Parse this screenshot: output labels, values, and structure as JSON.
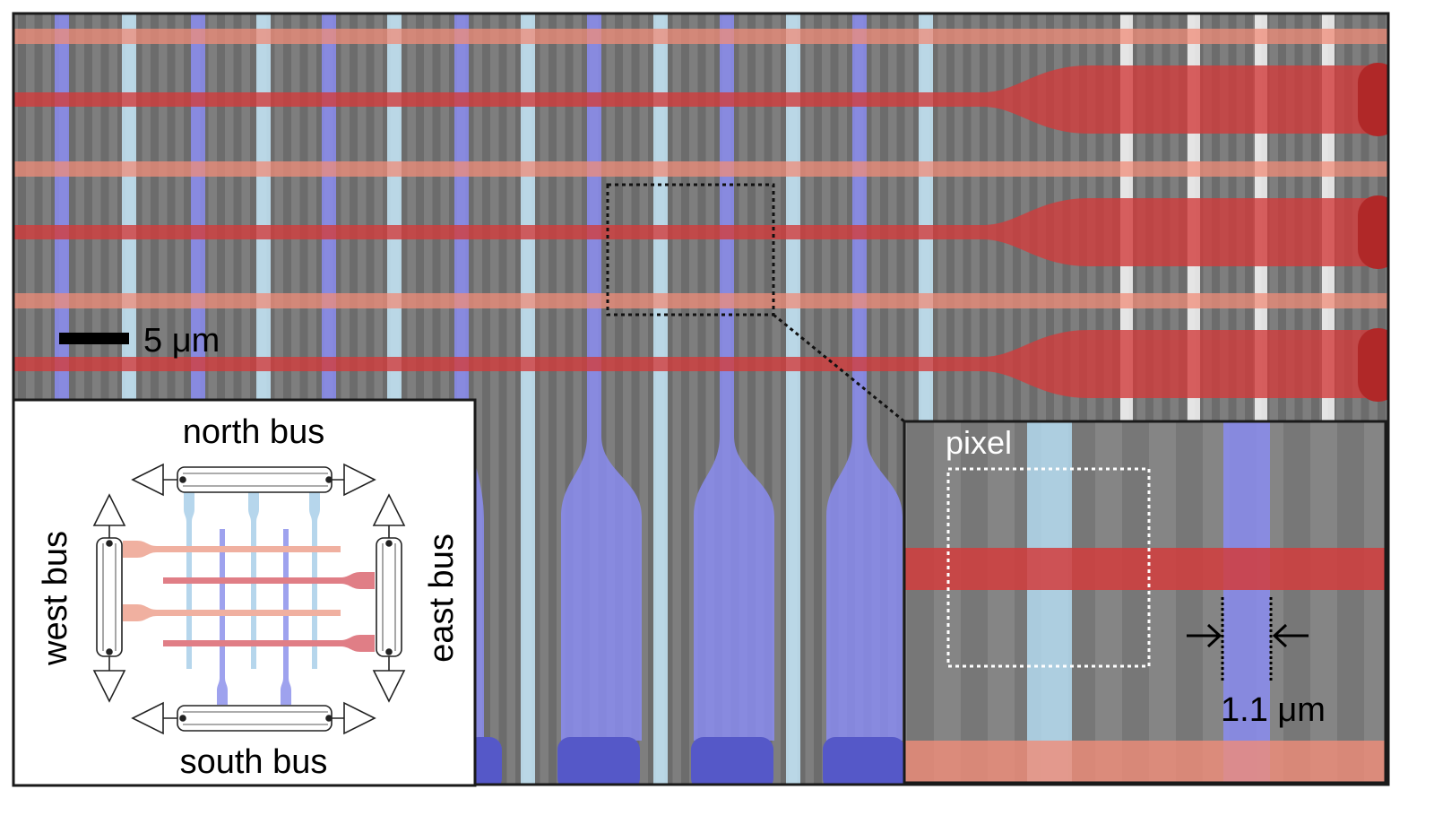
{
  "main": {
    "scale_bar_label": "5 μm"
  },
  "diagram": {
    "north_label": "north bus",
    "south_label": "south bus",
    "west_label": "west bus",
    "east_label": "east bus"
  },
  "zoom_inset": {
    "pixel_label": "pixel",
    "width_label": "1.1 μm"
  },
  "colors": {
    "red_overlay": "#d23c3c",
    "light_red_overlay": "#f08c78",
    "blue_overlay": "#8a8cf0",
    "light_blue_overlay": "#b6e0f6",
    "sem_gray": "#7d7d7d",
    "frame": "#1a1a1a"
  }
}
